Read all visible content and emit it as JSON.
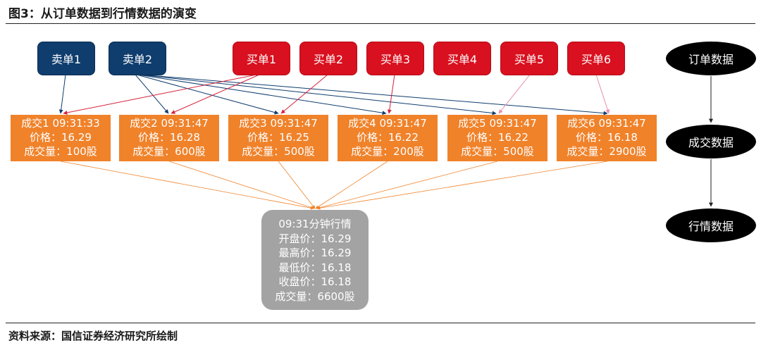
{
  "figure_title": "图3：从订单数据到行情数据的演变",
  "source_note": "资料来源：国信证券经济研究所绘制",
  "sell_orders": [
    {
      "label": "卖单1"
    },
    {
      "label": "卖单2"
    }
  ],
  "buy_orders": [
    {
      "label": "买单1"
    },
    {
      "label": "买单2"
    },
    {
      "label": "买单3"
    },
    {
      "label": "买单4"
    },
    {
      "label": "买单5"
    },
    {
      "label": "买单6"
    }
  ],
  "trades": [
    {
      "time_line": "成交1 09:31:33",
      "price_line": "价格：16.29",
      "volume_line": "成交量：100股",
      "sell_order": 1,
      "buy_order": 1
    },
    {
      "time_line": "成交2 09:31:47",
      "price_line": "价格：16.28",
      "volume_line": "成交量：600股",
      "sell_order": 2,
      "buy_order": 1
    },
    {
      "time_line": "成交3 09:31:47",
      "price_line": "价格：16.25",
      "volume_line": "成交量：500股",
      "sell_order": 2,
      "buy_order": 2
    },
    {
      "time_line": "成交4 09:31:47",
      "price_line": "价格：16.22",
      "volume_line": "成交量：200股",
      "sell_order": 2,
      "buy_order": 3
    },
    {
      "time_line": "成交5 09:31:47",
      "price_line": "价格：16.22",
      "volume_line": "成交量：500股",
      "sell_order": 2,
      "buy_order": 5
    },
    {
      "time_line": "成交6 09:31:47",
      "price_line": "价格：16.18",
      "volume_line": "成交量：2900股",
      "sell_order": 2,
      "buy_order": 6
    }
  ],
  "minute_quote": {
    "title": "09:31分钟行情",
    "open_line": "开盘价：16.29",
    "high_line": "最高价：16.29",
    "low_line": "最低价：16.18",
    "close_line": "收盘价：16.18",
    "volume_line": "成交量：6600股"
  },
  "stages": [
    {
      "label": "订单数据"
    },
    {
      "label": "成交数据"
    },
    {
      "label": "行情数据"
    }
  ],
  "colors": {
    "sell_order": "#0f3d6e",
    "buy_order": "#d9101f",
    "trade": "#f0822a",
    "quote": "#a3a3a3",
    "stage": "#000000"
  }
}
